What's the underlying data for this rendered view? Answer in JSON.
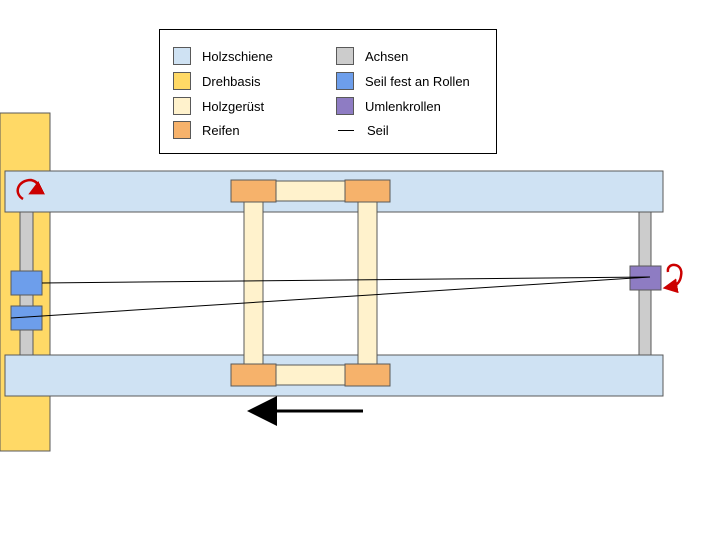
{
  "legend": {
    "items": [
      {
        "label": "Holzschiene",
        "color": "#cfe2f3",
        "kind": "box"
      },
      {
        "label": "Drehbasis",
        "color": "#ffd966",
        "kind": "box"
      },
      {
        "label": "Holzgerüst",
        "color": "#fff2cc",
        "kind": "box"
      },
      {
        "label": "Reifen",
        "color": "#f6b26b",
        "kind": "box"
      },
      {
        "label": "Achsen",
        "color": "#cccccc",
        "kind": "box"
      },
      {
        "label": "Seil fest an Rollen",
        "color": "#6d9eeb",
        "kind": "box"
      },
      {
        "label": "Umlenkrollen",
        "color": "#8e7cc3",
        "kind": "box"
      },
      {
        "label": "Seil",
        "color": "#000000",
        "kind": "line"
      }
    ]
  },
  "colors": {
    "rotation_arrow": "#cc0000",
    "motion_arrow": "#000000",
    "outline": "#595959"
  }
}
